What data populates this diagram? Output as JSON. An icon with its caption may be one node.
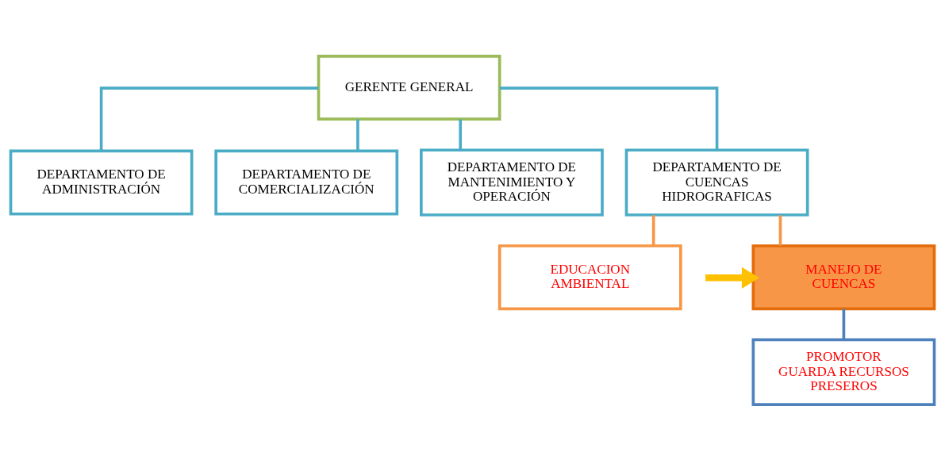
{
  "diagram": {
    "nodes": [
      {
        "text": [
          "GERENTE GENERAL"
        ]
      },
      {
        "text": [
          "DEPARTAMENTO DE ADMINISTRACIÓN"
        ]
      },
      {
        "text": [
          "DEPARTAMENTO DE COMERCIALIZACIÓN"
        ]
      },
      {
        "text": [
          "DEPARTAMENTO DE MANTENIMIENTO Y OPERACIÓN"
        ]
      },
      {
        "text": [
          "DEPARTAMENTO DE CUENCAS HIDROGRAFICAS"
        ]
      },
      {
        "text": [
          "MANEJO DE CUENCAS"
        ]
      },
      {
        "text": [
          "EDUCACION AMBIENTAL"
        ]
      },
      {
        "text": [
          "PROMOTOR",
          "GUARDA RECURSOS",
          "PRESEROS"
        ]
      }
    ],
    "edges": [
      {
        "from": 0,
        "to": 1,
        "arrow": "none",
        "color": "#4bacc6"
      },
      {
        "from": 0,
        "to": 2,
        "arrow": "none",
        "color": "#4bacc6"
      },
      {
        "from": 0,
        "to": 3,
        "arrow": "none",
        "color": "#4bacc6"
      },
      {
        "from": 0,
        "to": 4,
        "arrow": "none",
        "color": "#4bacc6"
      },
      {
        "from": 4,
        "to": 5,
        "arrow": "none",
        "color": "#f79646"
      },
      {
        "from": 4,
        "to": 6,
        "arrow": "none",
        "color": "#f79646"
      },
      {
        "from": 5,
        "to": 7,
        "arrow": "none",
        "color": "#4f81bd"
      },
      {
        "from": null,
        "to": 5,
        "arrow": "to",
        "style": "thick",
        "color": "#ffc000"
      }
    ]
  }
}
